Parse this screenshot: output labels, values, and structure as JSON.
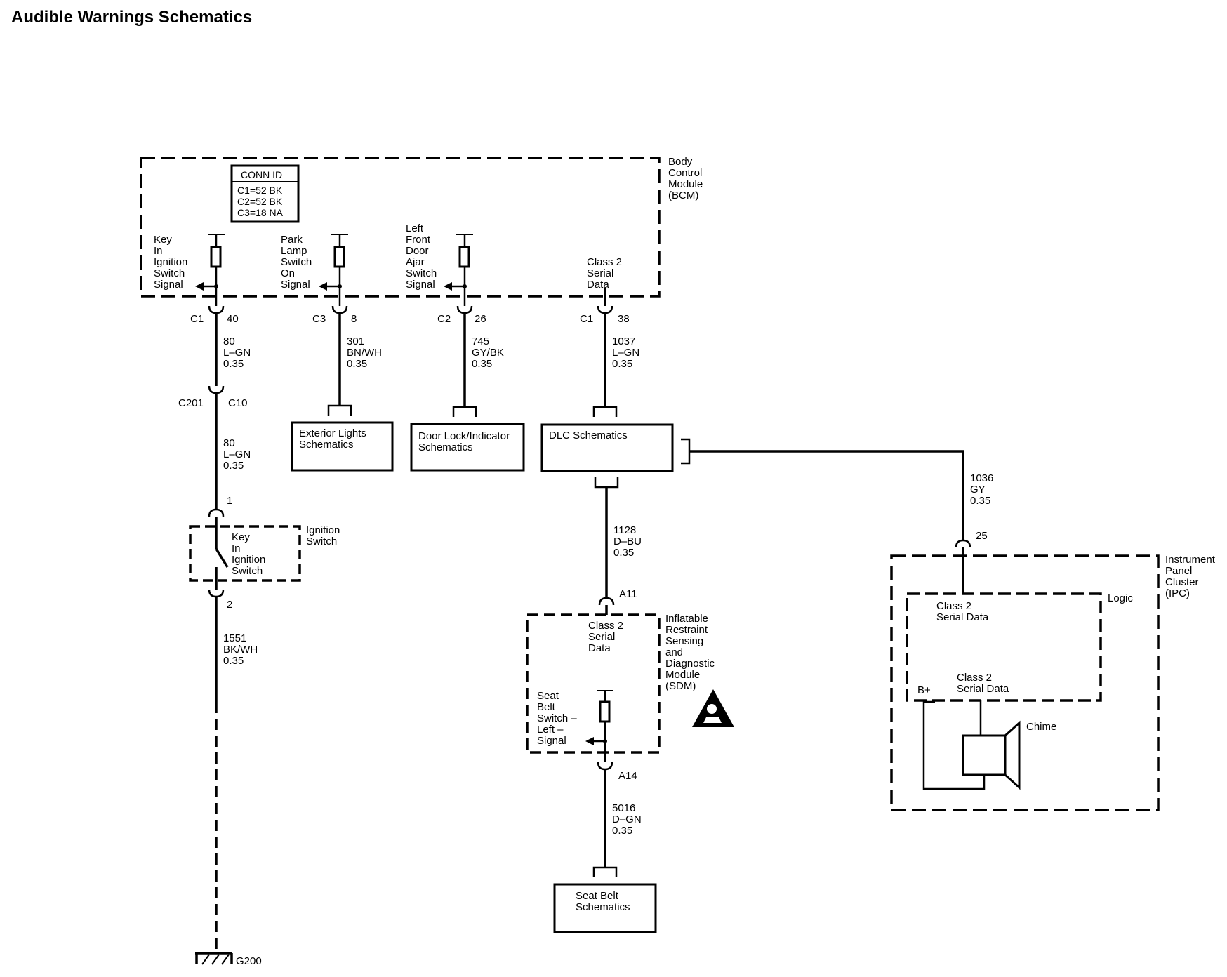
{
  "title": "Audible Warnings Schematics",
  "components": {
    "bcm": [
      "Body",
      "Control",
      "Module",
      "(BCM)"
    ],
    "conn_id": {
      "header": "CONN ID",
      "rows": [
        "C1=52 BK",
        "C2=52 BK",
        "C3=18 NA"
      ]
    },
    "ignition_switch": [
      "Ignition",
      "Switch"
    ],
    "ignition_switch_inner": [
      "Key",
      "In",
      "Ignition",
      "Switch"
    ],
    "sdm": [
      "Inflatable",
      "Restraint",
      "Sensing",
      "and",
      "Diagnostic",
      "Module",
      "(SDM)"
    ],
    "ipc": [
      "Instrument",
      "Panel",
      "Cluster",
      "(IPC)"
    ],
    "logic": "Logic",
    "chime": "Chime",
    "b_plus": "B+"
  },
  "signals": {
    "key_in_ignition": [
      "Key",
      "In",
      "Ignition",
      "Switch",
      "Signal"
    ],
    "park_lamp": [
      "Park",
      "Lamp",
      "Switch",
      "On",
      "Signal"
    ],
    "left_front_door": [
      "Left",
      "Front",
      "Door",
      "Ajar",
      "Switch",
      "Signal"
    ],
    "bcm_class2": [
      "Class 2",
      "Serial",
      "Data"
    ],
    "sdm_class2": [
      "Class 2",
      "Serial",
      "Data"
    ],
    "seat_belt": [
      "Seat",
      "Belt",
      "Switch –",
      "Left –",
      "Signal"
    ],
    "ipc_class2_top": [
      "Class 2",
      "Serial Data"
    ],
    "ipc_class2_bottom": [
      "Class 2",
      "Serial Data"
    ]
  },
  "connectors": {
    "c1_40": {
      "conn": "C1",
      "pin": "40"
    },
    "c3_8": {
      "conn": "C3",
      "pin": "8"
    },
    "c2_26": {
      "conn": "C2",
      "pin": "26"
    },
    "c1_38": {
      "conn": "C1",
      "pin": "38"
    },
    "c201_c10": {
      "conn": "C201",
      "pin": "C10"
    },
    "ign_1": "1",
    "ign_2": "2",
    "sdm_a11": "A11",
    "sdm_a14": "A14",
    "ipc_25": "25"
  },
  "wires": {
    "w80a": [
      "80",
      "L–GN",
      "0.35"
    ],
    "w80b": [
      "80",
      "L–GN",
      "0.35"
    ],
    "w301": [
      "301",
      "BN/WH",
      "0.35"
    ],
    "w745": [
      "745",
      "GY/BK",
      "0.35"
    ],
    "w1037": [
      "1037",
      "L–GN",
      "0.35"
    ],
    "w1036": [
      "1036",
      "GY",
      "0.35"
    ],
    "w1128": [
      "1128",
      "D–BU",
      "0.35"
    ],
    "w1551": [
      "1551",
      "BK/WH",
      "0.35"
    ],
    "w5016": [
      "5016",
      "D–GN",
      "0.35"
    ]
  },
  "references": {
    "exterior_lights": [
      "Exterior Lights",
      "Schematics"
    ],
    "door_lock": [
      "Door Lock/Indicator",
      "Schematics"
    ],
    "dlc": "DLC Schematics",
    "seat_belt": [
      "Seat Belt",
      "Schematics"
    ]
  },
  "ground": "G200"
}
